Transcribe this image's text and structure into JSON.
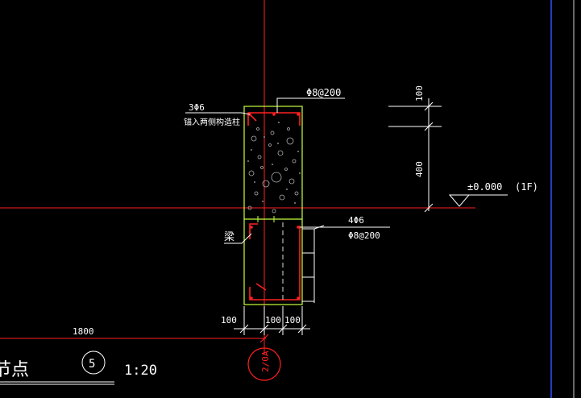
{
  "drawing": {
    "rebar_top": "Φ8@200",
    "rebar_left_line1": "3Φ6",
    "rebar_left_line2": "锚入两侧构造柱",
    "dim_top": "100",
    "dim_mid": "400",
    "elevation": "±0.000",
    "floor": "(1F)",
    "rebar_right_line1": "4Φ6",
    "rebar_right_line2": "Φ8@200",
    "beam_label": "梁",
    "dim_bottom_left": "100",
    "dim_bottom_mid": "100",
    "dim_bottom_right": "100",
    "dim_long": "1800",
    "title_text": "节点",
    "detail_number": "5",
    "scale": "1:20",
    "axis_label": "2/0A"
  },
  "colors": {
    "background": "#000000",
    "axis_red": "#ff2020",
    "outline_green": "#c8ff3c",
    "text_white": "#ffffff",
    "frame_blue": "#3050ff"
  }
}
